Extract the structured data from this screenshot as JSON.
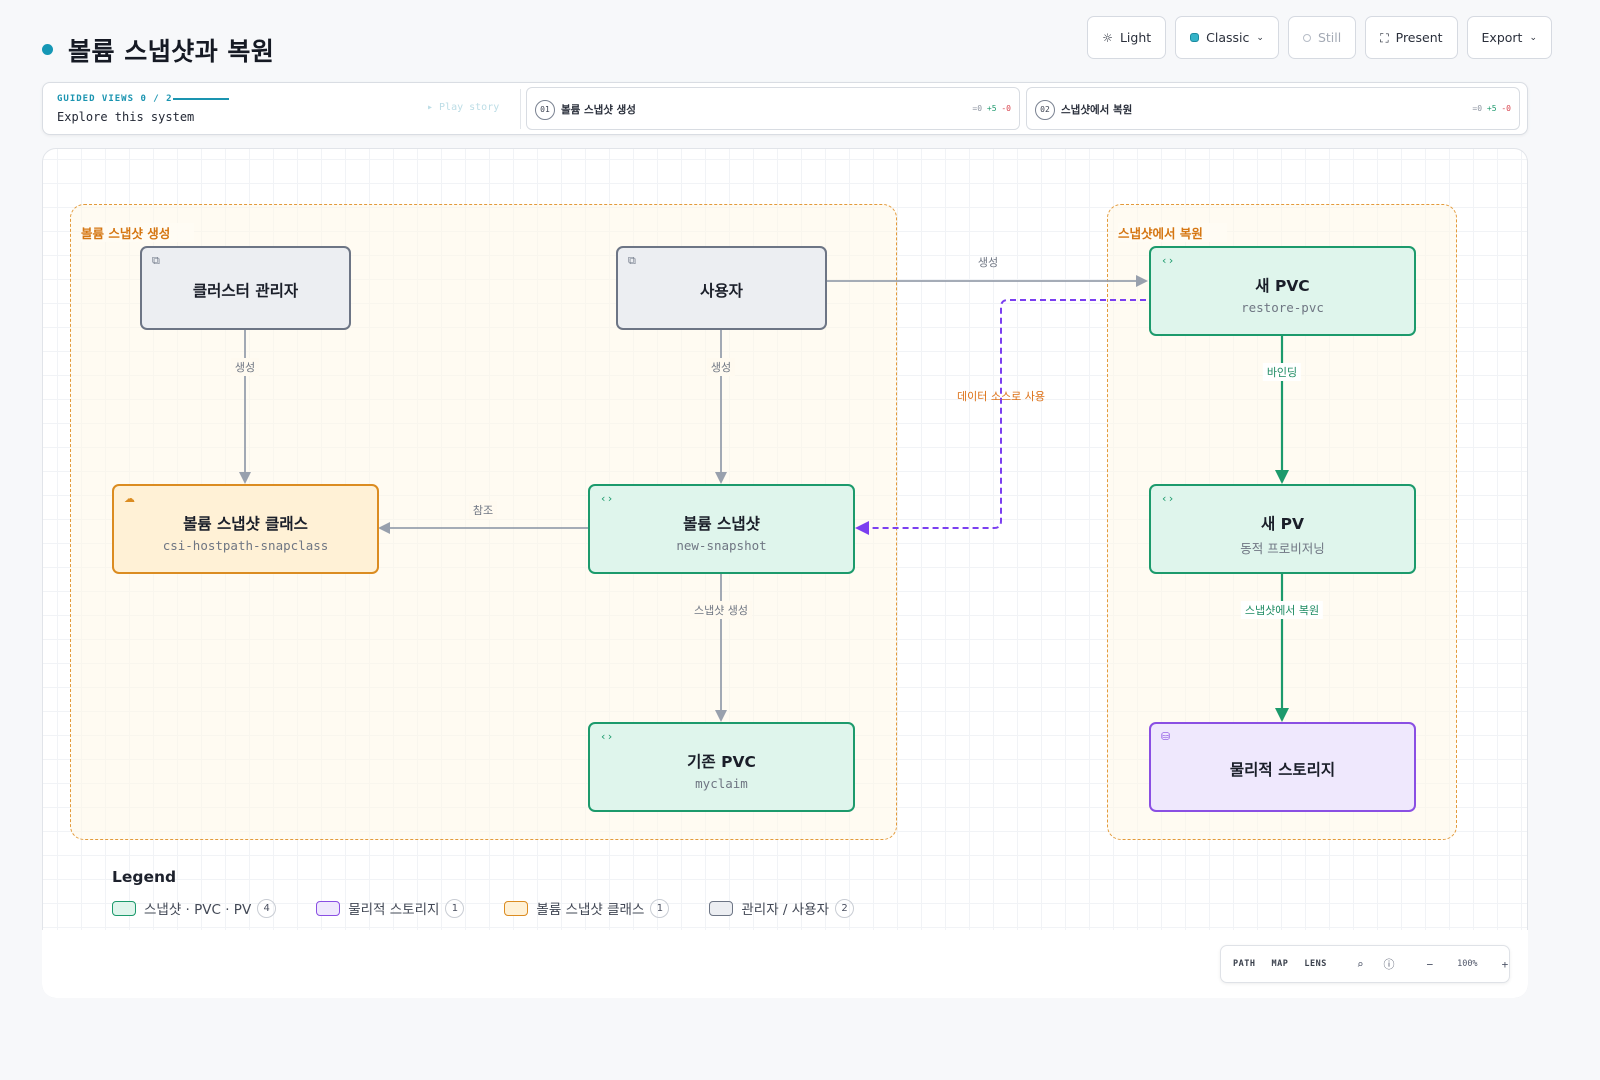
{
  "header": {
    "title": "볼륨 스냅샷과 복원"
  },
  "toolbar": {
    "light_label": "Light",
    "classic_label": "Classic",
    "still_label": "Still",
    "present_label": "Present",
    "export_label": "Export"
  },
  "guided": {
    "label": "GUIDED VIEWS  0 / 2",
    "subtitle": "Explore this system",
    "play_label": "▸ Play story",
    "steps": [
      {
        "num": "01",
        "name": "볼륨 스냅샷 생성",
        "eq": "=0",
        "plus": "+5",
        "minus": "-0"
      },
      {
        "num": "02",
        "name": "스냅샷에서 복원",
        "eq": "=0",
        "plus": "+5",
        "minus": "-0"
      }
    ]
  },
  "groups": {
    "create": "볼륨 스냅샷 생성",
    "restore": "스냅샷에서 복원"
  },
  "nodes": {
    "cluster_admin": {
      "title": "클러스터 관리자"
    },
    "user": {
      "title": "사용자"
    },
    "snapshot_class": {
      "title": "볼륨 스냅샷 클래스",
      "sub": "csi-hostpath-snapclass"
    },
    "snapshot": {
      "title": "볼륨 스냅샷",
      "sub": "new-snapshot"
    },
    "existing_pvc": {
      "title": "기존 PVC",
      "sub": "myclaim"
    },
    "new_pvc": {
      "title": "새 PVC",
      "sub": "restore-pvc"
    },
    "new_pv": {
      "title": "새 PV",
      "sub": "동적 프로비저닝"
    },
    "physical_storage": {
      "title": "물리적 스토리지"
    }
  },
  "edges": {
    "admin_to_class": "생성",
    "user_to_snapshot": "생성",
    "user_to_newpvc": "생성",
    "snapshot_to_class": "참조",
    "snapshot_to_pvc": "스냅샷 생성",
    "newpvc_to_snapshot": "데이터 소스로 사용",
    "newpvc_to_pv": "바인딩",
    "pv_to_storage": "스냅샷에서 복원"
  },
  "legend": {
    "title": "Legend",
    "items": [
      {
        "label": "스냅샷 · PVC · PV",
        "count": "4",
        "fill": "#dff5ec",
        "stroke": "#1c9a6c"
      },
      {
        "label": "물리적 스토리지",
        "count": "1",
        "fill": "#efe8fd",
        "stroke": "#8a4fe3"
      },
      {
        "label": "볼륨 스냅샷 클래스",
        "count": "1",
        "fill": "#fff1d6",
        "stroke": "#db8c21"
      },
      {
        "label": "관리자 / 사용자",
        "count": "2",
        "fill": "#eceef2",
        "stroke": "#6d7585"
      }
    ]
  },
  "controls": {
    "path": "PATH",
    "map": "MAP",
    "lens": "LENS",
    "zoom_out": "−",
    "zoom": "100%",
    "zoom_in": "+"
  }
}
